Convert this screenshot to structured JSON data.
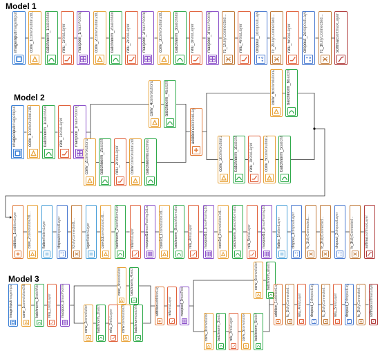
{
  "models": [
    {
      "title": "Model 1",
      "rows": [
        [
          {
            "name": "imageinput",
            "type": "imageInputLayer",
            "kind": "input"
          },
          {
            "name": "conv_1",
            "type": "convolution2dL...",
            "kind": "conv"
          },
          {
            "name": "batchnorm_1",
            "type": "batchNormalizat...",
            "kind": "bn"
          },
          {
            "name": "relu_1",
            "type": "reluLayer",
            "kind": "relu"
          },
          {
            "name": "maxpool_1",
            "type": "maxPooling2dLa...",
            "kind": "pool"
          },
          {
            "name": "conv_2",
            "type": "convolution2dL...",
            "kind": "conv"
          },
          {
            "name": "batchnorm_2",
            "type": "batchNormalizat...",
            "kind": "bn"
          },
          {
            "name": "relu_2",
            "type": "reluLayer",
            "kind": "relu"
          },
          {
            "name": "maxpool_2",
            "type": "maxPooling2dLa...",
            "kind": "pool"
          },
          {
            "name": "conv_3",
            "type": "convolution2dL...",
            "kind": "conv"
          },
          {
            "name": "batchnorm_3",
            "type": "batchNormalizat...",
            "kind": "bn"
          },
          {
            "name": "relu_3",
            "type": "reluLayer",
            "kind": "relu"
          },
          {
            "name": "maxpool_3",
            "type": "maxPooling2dLa...",
            "kind": "pool"
          },
          {
            "name": "fc_1",
            "type": "fullyConnected...",
            "kind": "fc"
          },
          {
            "name": "relu_4",
            "type": "reluLayer",
            "kind": "relu"
          },
          {
            "name": "dropout_1",
            "type": "dropoutLayer",
            "kind": "dropout"
          },
          {
            "name": "fc_2",
            "type": "fullyConnected...",
            "kind": "fc"
          },
          {
            "name": "relu_5",
            "type": "reluLayer",
            "kind": "relu"
          },
          {
            "name": "dropout_2",
            "type": "dropoutLayer",
            "kind": "dropout"
          },
          {
            "name": "fc_3",
            "type": "fullyConnected...",
            "kind": "fc"
          },
          {
            "name": "softmax",
            "type": "softmaxLayer",
            "kind": "softmax"
          }
        ]
      ]
    },
    {
      "title": "Model 2",
      "rows": [
        [
          {
            "name": "imageinput",
            "type": "imageInputLayer",
            "kind": "input"
          },
          {
            "name": "conv_1",
            "type": "convolution2dL...",
            "kind": "conv"
          },
          {
            "name": "batchnorm_1",
            "type": "batchNormalizat...",
            "kind": "bn"
          },
          {
            "name": "relu_1",
            "type": "reluLayer",
            "kind": "relu"
          },
          {
            "name": "maxpool_1",
            "type": "maxPooling2dLa...",
            "kind": "pool"
          }
        ],
        [
          {
            "name": "conv_4",
            "type": "convolution2dL...",
            "kind": "conv"
          },
          {
            "name": "batchnorm_4",
            "type": "batchNormalizat...",
            "kind": "bn"
          }
        ],
        [
          {
            "name": "conv_2",
            "type": "convolution2dL...",
            "kind": "conv"
          },
          {
            "name": "batchnorm_2",
            "type": "batchNormalizat...",
            "kind": "bn"
          },
          {
            "name": "relu_2",
            "type": "reluLayer",
            "kind": "relu"
          },
          {
            "name": "conv",
            "type": "convolution2dL...",
            "kind": "conv"
          },
          {
            "name": "batchnorm",
            "type": "batchNormalizat...",
            "kind": "bn"
          }
        ],
        [
          {
            "name": "addition",
            "type": "additionLayer",
            "kind": "add"
          }
        ],
        [
          {
            "name": "conv_6",
            "type": "convolution2dL...",
            "kind": "conv"
          },
          {
            "name": "batchnorm_6",
            "type": "batchNormalizat...",
            "kind": "bn"
          }
        ],
        [
          {
            "name": "conv_3",
            "type": "convolution2dL...",
            "kind": "conv"
          },
          {
            "name": "batchnorm_3",
            "type": "batchNormalizat...",
            "kind": "bn"
          },
          {
            "name": "relu_3",
            "type": "reluLayer",
            "kind": "relu"
          },
          {
            "name": "conv_5",
            "type": "convolution2dL...",
            "kind": "conv"
          },
          {
            "name": "batchnorm_5",
            "type": "batchNormalizat...",
            "kind": "bn"
          }
        ],
        [
          {
            "name": "addition_1",
            "type": "additionLayer",
            "kind": "add"
          },
          {
            "name": "conv_7",
            "type": "convolution2dL...",
            "kind": "conv"
          },
          {
            "name": "flatten",
            "type": "flattenLayer",
            "kind": "flatten"
          },
          {
            "name": "dropout",
            "type": "dropoutLayer",
            "kind": "dropout"
          },
          {
            "name": "fc",
            "type": "fullyConnectedL...",
            "kind": "fc"
          },
          {
            "name": "layer",
            "type": "flattenLayer",
            "kind": "flatten"
          },
          {
            "name": "conv1d",
            "type": "convolution1dL...",
            "kind": "conv"
          },
          {
            "name": "batchnorm_7",
            "type": "batchNormalizat...",
            "kind": "bn"
          },
          {
            "name": "relu",
            "type": "reluLayer",
            "kind": "relu"
          },
          {
            "name": "maxpool1d",
            "type": "maxPooling1dLa...",
            "kind": "pool"
          },
          {
            "name": "conv1d_1",
            "type": "convolution1dL...",
            "kind": "conv"
          },
          {
            "name": "batchnorm_8",
            "type": "batchNormalizat...",
            "kind": "bn"
          },
          {
            "name": "relu_4",
            "type": "reluLayer",
            "kind": "relu"
          },
          {
            "name": "maxpool1d_1",
            "type": "maxPooling1dLa...",
            "kind": "pool"
          },
          {
            "name": "conv1d_2",
            "type": "convolution1dL...",
            "kind": "conv"
          },
          {
            "name": "batchnorm_9",
            "type": "batchNormalizat...",
            "kind": "bn"
          },
          {
            "name": "relu_5",
            "type": "reluLayer",
            "kind": "relu"
          },
          {
            "name": "maxpool1d_2",
            "type": "maxPooling1dLa...",
            "kind": "pool"
          },
          {
            "name": "flatten_1",
            "type": "flattenLayer",
            "kind": "flatten"
          },
          {
            "name": "dropout_1",
            "type": "dropoutLayer",
            "kind": "dropout"
          },
          {
            "name": "fc_1",
            "type": "fullyConnectedL...",
            "kind": "fc"
          },
          {
            "name": "fc_2",
            "type": "fullyConnected...",
            "kind": "fc"
          },
          {
            "name": "dropout_2",
            "type": "dropoutLayer",
            "kind": "dropout"
          },
          {
            "name": "fc_3",
            "type": "fullyConnected...",
            "kind": "fc"
          },
          {
            "name": "softmax",
            "type": "softmaxLayer",
            "kind": "softmax"
          }
        ]
      ]
    },
    {
      "title": "Model 3",
      "rows": [
        [
          {
            "name": "imageinput",
            "type": "imageInputLayer",
            "kind": "input"
          },
          {
            "name": "conv_1",
            "type": "convolution2dL...",
            "kind": "conv"
          },
          {
            "name": "batchnorm_1",
            "type": "batchNormalizat...",
            "kind": "bn"
          },
          {
            "name": "relu_1",
            "type": "reluLayer",
            "kind": "relu"
          },
          {
            "name": "maxpool_1",
            "type": "maxPooling2dLa...",
            "kind": "pool"
          }
        ],
        [
          {
            "name": "conv_4",
            "type": "convolution2dL...",
            "kind": "conv"
          },
          {
            "name": "batchnorm_4",
            "type": "batchNormalizat...",
            "kind": "bn"
          }
        ],
        [
          {
            "name": "conv_2",
            "type": "convolution2dL...",
            "kind": "conv"
          },
          {
            "name": "batchnorm_2",
            "type": "batchNormalizat...",
            "kind": "bn"
          },
          {
            "name": "relu_2",
            "type": "reluLayer",
            "kind": "relu"
          },
          {
            "name": "conv",
            "type": "convolution2dL...",
            "kind": "conv"
          },
          {
            "name": "batchnorm",
            "type": "batchNormalizat...",
            "kind": "bn"
          }
        ],
        [
          {
            "name": "addition",
            "type": "additionLayer",
            "kind": "add"
          },
          {
            "name": "relu",
            "type": "reluLayer",
            "kind": "relu"
          },
          {
            "name": "maxpool_3",
            "type": "maxPooling2dLa...",
            "kind": "pool"
          }
        ],
        [
          {
            "name": "conv_6",
            "type": "convolution2dL...",
            "kind": "conv"
          },
          {
            "name": "batchnorm_6",
            "type": "batchNormalizat...",
            "kind": "bn"
          }
        ],
        [
          {
            "name": "conv_3",
            "type": "convolution2dL...",
            "kind": "conv"
          },
          {
            "name": "batchnorm_3",
            "type": "batchNormalizat...",
            "kind": "bn"
          },
          {
            "name": "relu_3",
            "type": "reluLayer",
            "kind": "relu"
          },
          {
            "name": "conv_5",
            "type": "convolution2dL...",
            "kind": "conv"
          },
          {
            "name": "batchnorm_5",
            "type": "batchNormalizat...",
            "kind": "bn"
          }
        ],
        [
          {
            "name": "addition_1",
            "type": "additionLayer",
            "kind": "add"
          },
          {
            "name": "fc_1",
            "type": "fullyConnected...",
            "kind": "fc"
          },
          {
            "name": "relu_4",
            "type": "reluLayer",
            "kind": "relu"
          },
          {
            "name": "dropout_1",
            "type": "dropoutLayer",
            "kind": "dropout"
          },
          {
            "name": "fc_2",
            "type": "fullyConnected...",
            "kind": "fc"
          },
          {
            "name": "relu_5",
            "type": "reluLayer",
            "kind": "relu"
          },
          {
            "name": "dropout_2",
            "type": "dropoutLayer",
            "kind": "dropout"
          },
          {
            "name": "fc_3",
            "type": "fullyConnected...",
            "kind": "fc"
          },
          {
            "name": "softmax",
            "type": "softmaxLayer",
            "kind": "softmax"
          }
        ]
      ]
    }
  ],
  "kind_colors": {
    "input": "#3a7fd5",
    "conv": "#e8a33a",
    "bn": "#2faa4a",
    "relu": "#e0603a",
    "pool": "#8a4fc8",
    "fc": "#c07a3a",
    "dropout": "#4a7ad0",
    "softmax": "#b03a3a",
    "add": "#e07a3a",
    "flatten": "#4aa0d8"
  }
}
